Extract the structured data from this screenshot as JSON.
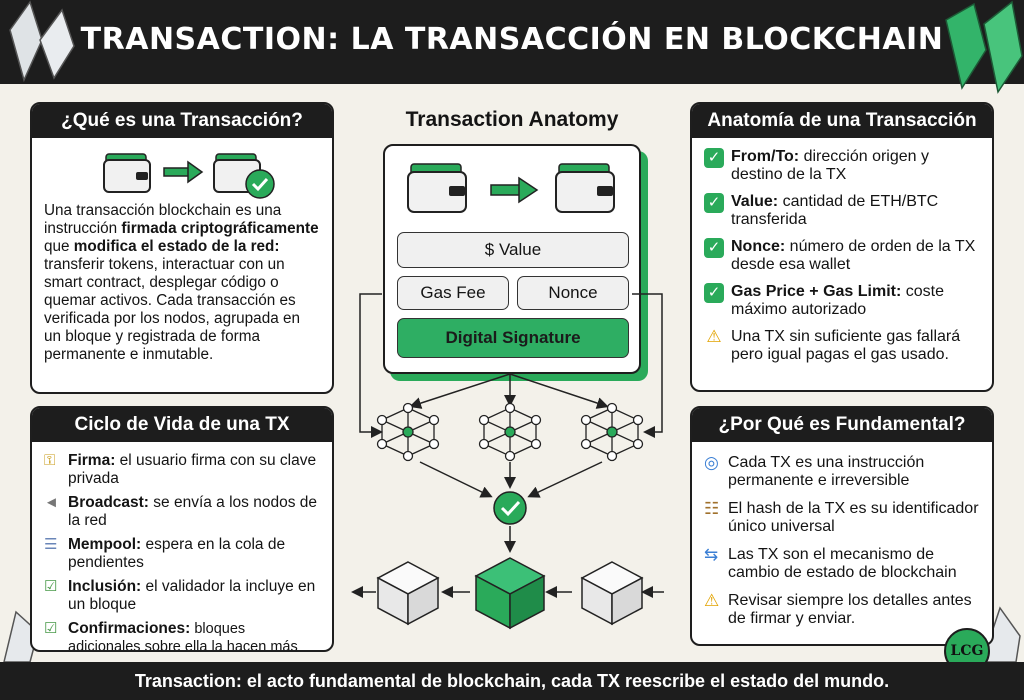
{
  "header": {
    "title": "TRANSACTION: LA TRANSACCIÓN EN BLOCKCHAIN"
  },
  "footer": {
    "text": "Transaction: el acto fundamental de blockchain, cada TX reescribe el estado del mundo."
  },
  "what_is": {
    "title": "¿Qué es una Transacción?",
    "p1": "Una transacción blockchain es una instrucción ",
    "b1": "firmada criptográficamente",
    "p2": " que ",
    "b2": "modifica el estado de la red:",
    "p3": " transferir tokens, interactuar con un smart contract, desplegar código o quemar activos. Cada transacción es verificada por los nodos, agrupada en un bloque y registrada de forma permanente e inmutable."
  },
  "lifecycle": {
    "title": "Ciclo de Vida de una TX",
    "items": [
      {
        "icon": "key-icon",
        "label": "Firma:",
        "text": " el usuario firma con su clave privada"
      },
      {
        "icon": "megaphone-icon",
        "label": "Broadcast:",
        "text": " se envía a los nodos de la red"
      },
      {
        "icon": "stack-icon",
        "label": "Mempool:",
        "text": " espera en la cola de pendientes"
      },
      {
        "icon": "checklist-icon",
        "label": "Inclusión:",
        "text": " el validador la incluye en un bloque"
      },
      {
        "icon": "checklist-icon",
        "label": "Confirmaciones:",
        "text": " bloques adicionales sobre ella la hacen más segura."
      }
    ]
  },
  "center": {
    "title": "Transaction Anatomy",
    "value": "$ Value",
    "gas_fee": "Gas Fee",
    "nonce": "Nonce",
    "signature": "Digital Signature"
  },
  "anatomy": {
    "title": "Anatomía de una Transacción",
    "items": [
      {
        "label": "From/To:",
        "text": " dirección origen y destino de la TX"
      },
      {
        "label": "Value:",
        "text": " cantidad de ETH/BTC transferida"
      },
      {
        "label": "Nonce:",
        "text": " número de orden de la TX desde esa wallet"
      },
      {
        "label": "Gas Price + Gas Limit:",
        "text": " coste máximo autorizado"
      }
    ],
    "warning": "Una TX sin suficiente gas fallará pero igual pagas el gas usado."
  },
  "why": {
    "title": "¿Por Qué es Fundamental?",
    "items": [
      {
        "icon": "globe-icon",
        "text": "Cada TX es una instrucción permanente e irreversible"
      },
      {
        "icon": "clipboard-icon",
        "text": "El hash de la TX es su identificador único universal"
      },
      {
        "icon": "swap-arrows-icon",
        "text": "Las TX son el mecanismo de cambio de estado de blockchain"
      },
      {
        "icon": "warning-icon",
        "text": "Revisar siempre los detalles antes de firmar y enviar."
      }
    ]
  },
  "logo": {
    "text": "LCG"
  },
  "colors": {
    "accent": "#2aaa5a",
    "dark": "#1d1d1d",
    "background": "#f3f1ea"
  }
}
